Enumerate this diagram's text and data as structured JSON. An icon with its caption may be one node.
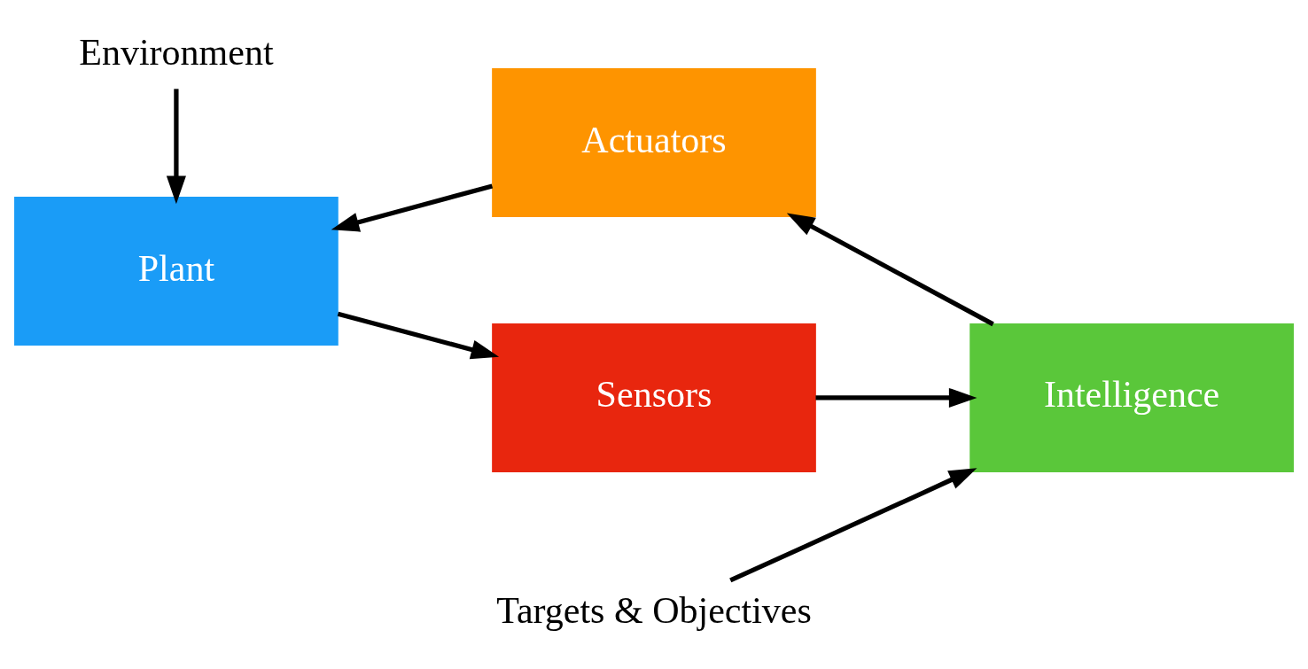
{
  "diagram": {
    "nodes": [
      {
        "text": [
          "Environment"
        ]
      },
      {
        "text": [
          "Targets & Objectives"
        ]
      },
      {
        "text": [
          "Intelligence"
        ]
      },
      {
        "text": [
          "Actuators"
        ]
      },
      {
        "text": [
          "Plant"
        ]
      },
      {
        "text": [
          "Sensors"
        ]
      }
    ],
    "edges": [
      {
        "from": 1,
        "to": 2,
        "arrow": "to"
      },
      {
        "from": 2,
        "to": 3,
        "arrow": "to"
      },
      {
        "from": 3,
        "to": 4,
        "arrow": "to"
      },
      {
        "from": 0,
        "to": 4,
        "arrow": "to"
      },
      {
        "from": 4,
        "to": 5,
        "arrow": "to"
      },
      {
        "from": 5,
        "to": 2,
        "arrow": "to"
      }
    ]
  }
}
